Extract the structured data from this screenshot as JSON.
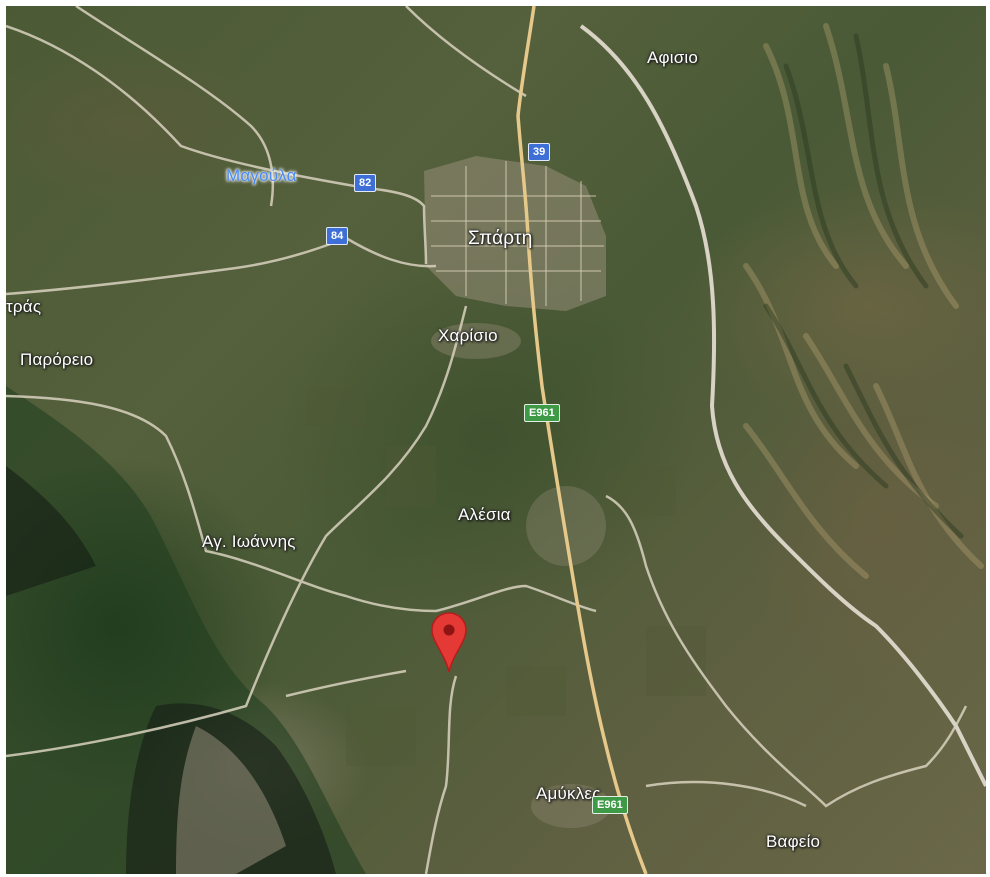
{
  "places": {
    "afisio": "Αφισιο",
    "magoula": "Μαγούλα",
    "sparti": "Σπάρτη",
    "tras": "τράς",
    "paroreio": "Παρόρειο",
    "charisio": "Χαρίσιο",
    "alesia": "Αλέσια",
    "ag_ioannis": "Αγ. Ιωάννης",
    "amykles": "Αμύκλες",
    "vafeio": "Βαφείο"
  },
  "road_shields": {
    "r39": "39",
    "r82": "82",
    "r84": "84",
    "e961_north": "Ε961",
    "e961_south": "Ε961"
  },
  "colors": {
    "marker": "#e53935",
    "route_shield": "#3d6fd6",
    "euro_shield": "#3e9a47",
    "road": "#d9d2bf",
    "main_road": "#e6c98a",
    "label_blue": "#4a8bf5"
  },
  "marker": {
    "icon": "location-pin-icon"
  }
}
